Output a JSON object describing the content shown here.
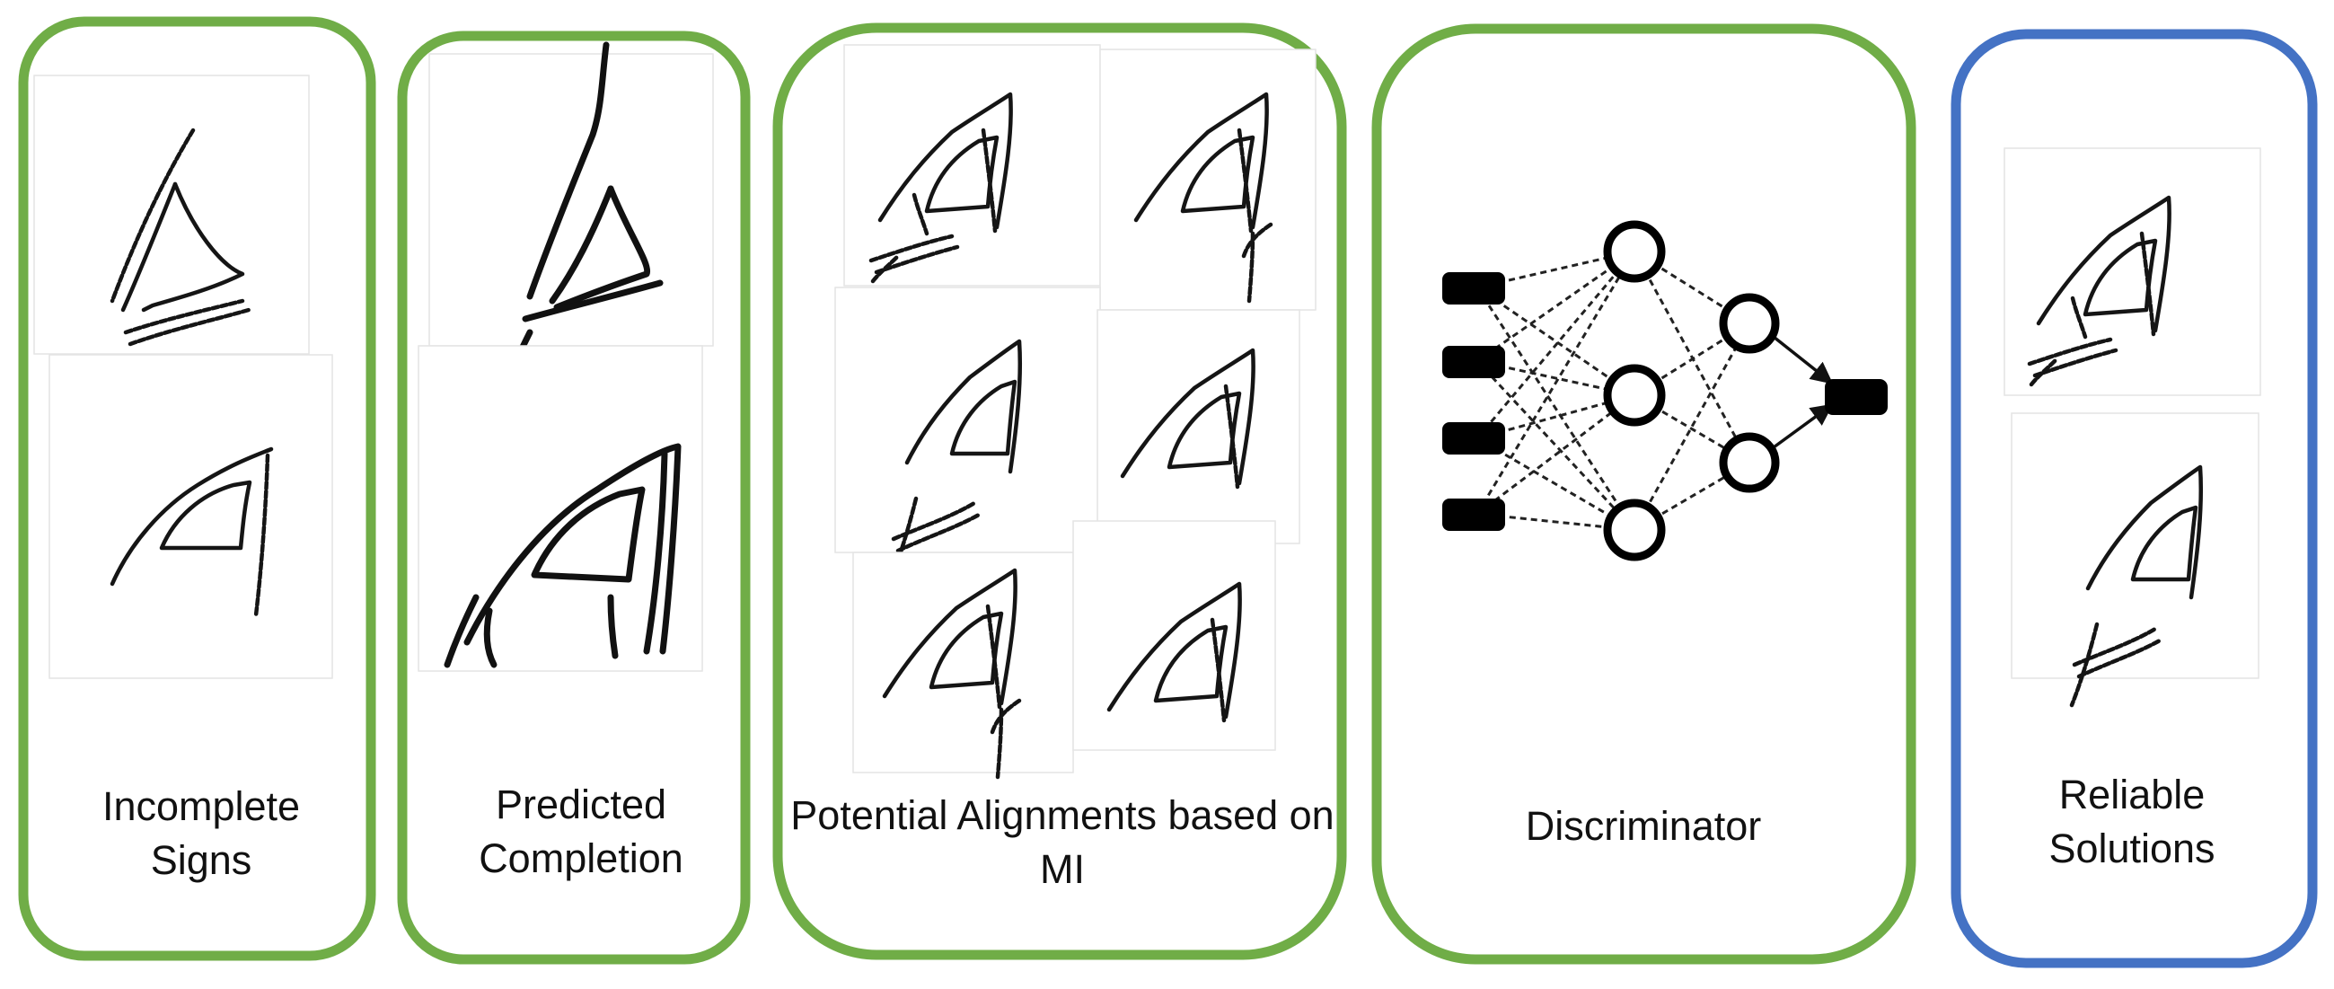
{
  "colors": {
    "panel_green": "#70ad47",
    "panel_blue": "#4472c4"
  },
  "panels": [
    {
      "id": "incomplete",
      "label_lines": [
        "Incomplete",
        "Signs"
      ]
    },
    {
      "id": "predicted",
      "label_lines": [
        "Predicted",
        "Completion"
      ]
    },
    {
      "id": "alignments",
      "label_lines": [
        "Potential Alignments based on",
        "MI"
      ]
    },
    {
      "id": "discriminator",
      "label_lines": [
        "Discriminator"
      ]
    },
    {
      "id": "solutions",
      "label_lines": [
        "Reliable",
        "Solutions"
      ]
    }
  ],
  "icons": [
    "cuneiform-sign-image",
    "neural-network-icon",
    "arrow-icon"
  ]
}
